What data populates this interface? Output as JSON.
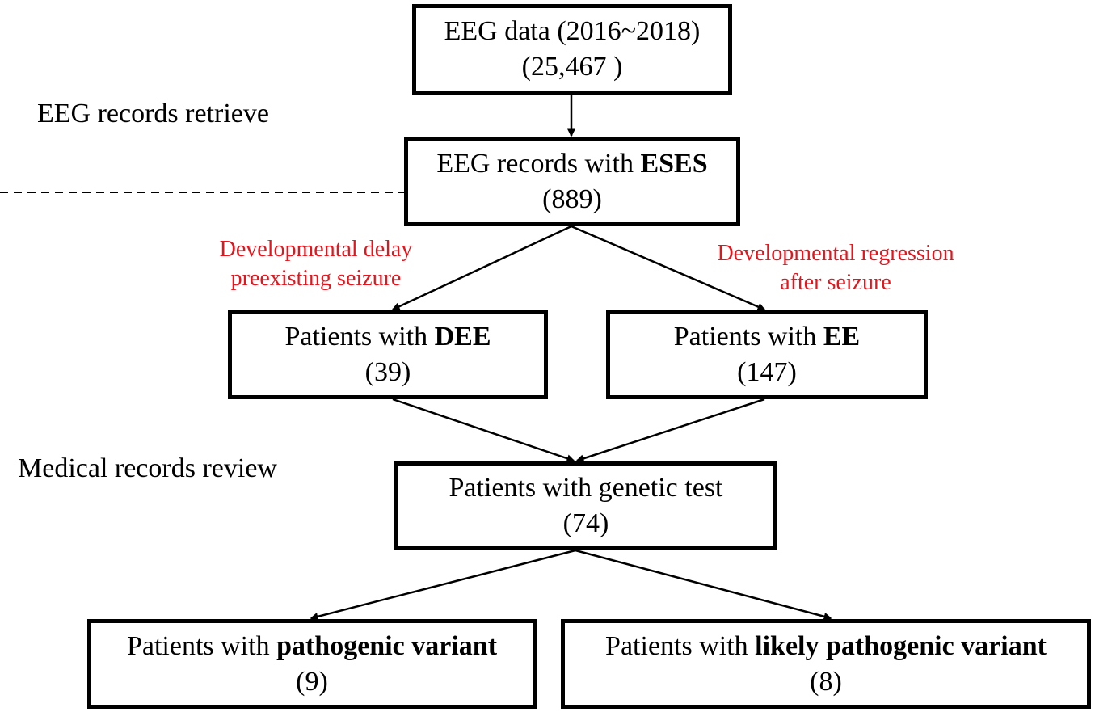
{
  "colors": {
    "line": "#000000",
    "condition_text": "#e8141c"
  },
  "nodes": {
    "eeg_data": {
      "line1": "EEG data (2016~2018)",
      "count": "(25,467 )"
    },
    "eses": {
      "prefix": "EEG records with ",
      "bold": "ESES",
      "count": "(889)"
    },
    "dee": {
      "prefix": "Patients with ",
      "bold": "DEE",
      "count": "(39)"
    },
    "ee": {
      "prefix": "Patients with ",
      "bold": "EE",
      "count": "(147)"
    },
    "genetic": {
      "line1": "Patients with genetic test",
      "count": "(74)"
    },
    "pathogenic": {
      "prefix": "Patients with ",
      "bold": "pathogenic variant",
      "count": "(9)"
    },
    "likely": {
      "prefix": "Patients with ",
      "bold": "likely pathogenic variant",
      "count": "(8)"
    }
  },
  "phases": {
    "retrieve": "EEG records retrieve",
    "review": "Medical records review"
  },
  "conditions": {
    "left": {
      "line1": "Developmental delay",
      "line2": "preexisting seizure"
    },
    "right": {
      "line1": "Developmental regression",
      "line2": "after seizure"
    }
  }
}
